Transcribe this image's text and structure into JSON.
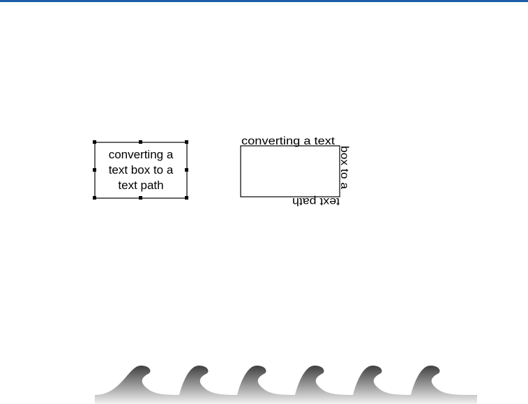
{
  "colors": {
    "top_rule": "#1d5fa6",
    "ink": "#000000",
    "wave_dark": "#3f3f3f",
    "wave_light": "#f2f2f2"
  },
  "text_box": {
    "lines": [
      "converting a",
      "text box to a",
      "text path"
    ]
  },
  "text_path": {
    "top": "converting a text",
    "right": "box to a",
    "bottom": "text path"
  },
  "decoration": {
    "name": "wave-border",
    "wave_count": 6
  }
}
